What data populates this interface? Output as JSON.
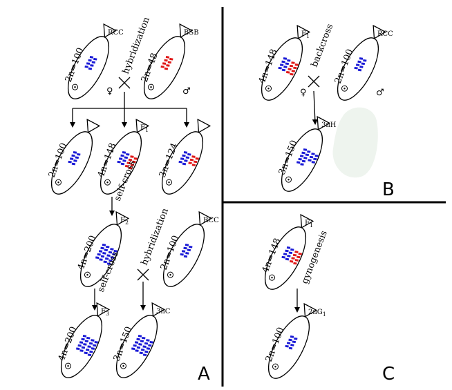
{
  "colors": {
    "blue": "#1a1ad6",
    "red": "#e01818",
    "ink": "#000000"
  },
  "panels": {
    "a": "A",
    "b": "B",
    "c": "C"
  },
  "labels": {
    "hybridization": "hybridization",
    "self_cross": "self-cross",
    "backcross": "backcross",
    "gynogenesis": "gynogenesis"
  },
  "fish": {
    "rcc_a": {
      "ploidy": "2n=100",
      "tag": "RCC",
      "sex": "♀"
    },
    "bsb": {
      "ploidy": "2n=48",
      "tag": "BSB",
      "sex": "♂"
    },
    "f1_2n": {
      "ploidy": "2n=100",
      "tag": ""
    },
    "f1_4n": {
      "ploidy": "4n=148",
      "tag": "F",
      "sub": "1"
    },
    "f1_3n": {
      "ploidy": "3n=124",
      "tag": ""
    },
    "f2": {
      "ploidy": "4n=200",
      "tag": "F",
      "sub": "2"
    },
    "rcc_a2": {
      "ploidy": "2n=100",
      "tag": "RCC"
    },
    "f3": {
      "ploidy": "4n=200",
      "tag": "F",
      "sub": "3"
    },
    "c3n": {
      "ploidy": "3n=150",
      "tag": "3nC"
    },
    "b_f1": {
      "ploidy": "4n=148",
      "tag": "F",
      "sub": "1",
      "sex": "♀"
    },
    "b_rcc": {
      "ploidy": "2n=100",
      "tag": "RCC",
      "sex": "♂"
    },
    "b_3nh": {
      "ploidy": "3n=150",
      "tag": "3nH"
    },
    "c_f1": {
      "ploidy": "4n=148",
      "tag": "F",
      "sub": "1"
    },
    "c_2ng": {
      "ploidy": "2n=100",
      "tag": "2nG",
      "sub": "1"
    }
  }
}
